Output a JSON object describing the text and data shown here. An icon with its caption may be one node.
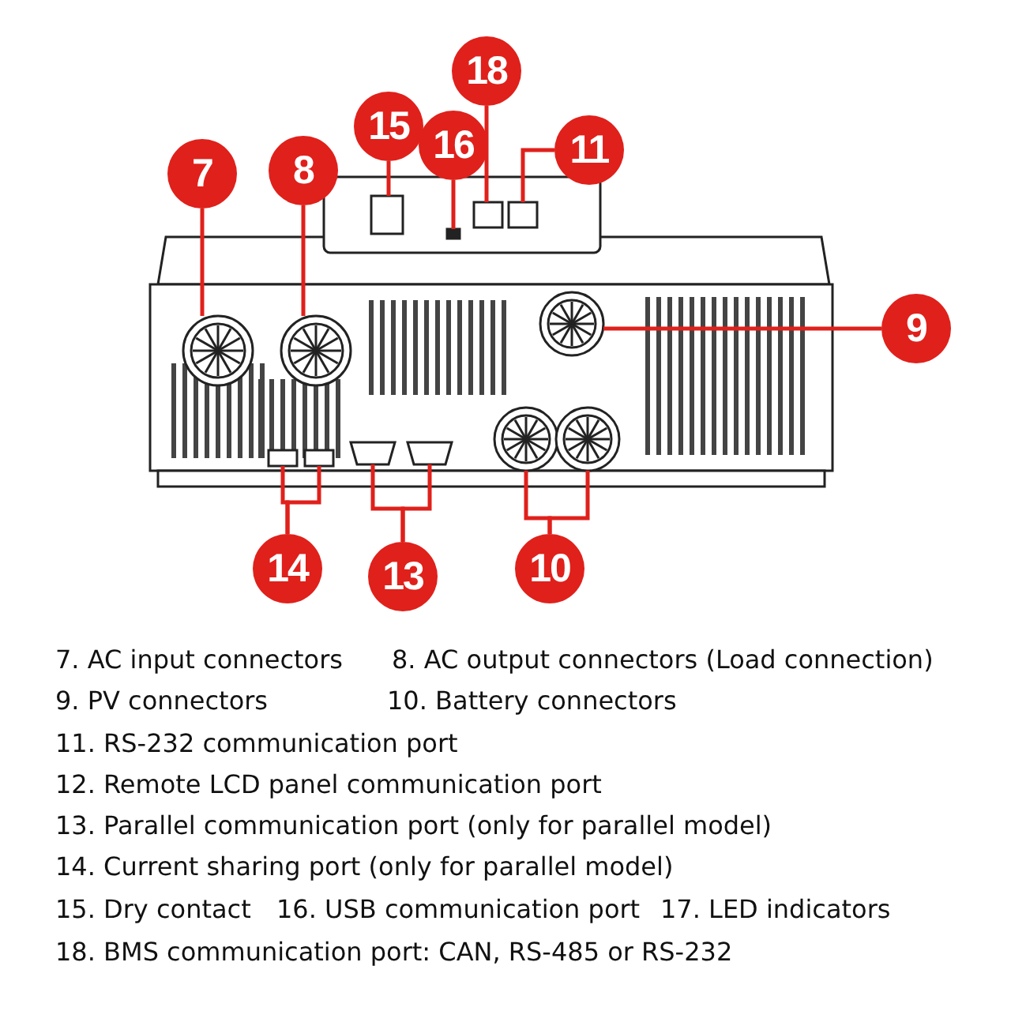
{
  "diagram": {
    "nodes": [
      {
        "text": [
          "7"
        ]
      },
      {
        "text": [
          "8"
        ]
      },
      {
        "text": [
          "15"
        ]
      },
      {
        "text": [
          "16"
        ]
      },
      {
        "text": [
          "18"
        ]
      },
      {
        "text": [
          "11"
        ]
      },
      {
        "text": [
          "9"
        ]
      },
      {
        "text": [
          "14"
        ]
      },
      {
        "text": [
          "13"
        ]
      },
      {
        "text": [
          "10"
        ]
      }
    ],
    "edges": [
      {
        "from": 0,
        "to": null,
        "arrow": "none"
      },
      {
        "from": 1,
        "to": null,
        "arrow": "none"
      },
      {
        "from": 2,
        "to": null,
        "arrow": "none"
      },
      {
        "from": 3,
        "to": null,
        "arrow": "none"
      },
      {
        "from": 4,
        "to": null,
        "arrow": "none"
      },
      {
        "from": 5,
        "to": null,
        "arrow": "none"
      },
      {
        "from": 6,
        "to": null,
        "arrow": "none"
      },
      {
        "from": 7,
        "to": null,
        "arrow": "none"
      },
      {
        "from": 7,
        "to": null,
        "arrow": "none"
      },
      {
        "from": 8,
        "to": null,
        "arrow": "none"
      },
      {
        "from": 8,
        "to": null,
        "arrow": "none"
      },
      {
        "from": 9,
        "to": null,
        "arrow": "none"
      },
      {
        "from": 9,
        "to": null,
        "arrow": "none"
      }
    ],
    "labels": [
      "7. AC input connectors",
      "8. AC output connectors (Load connection)",
      "9. PV connectors",
      "10. Battery connectors",
      "11. RS-232 communication port",
      "12. Remote LCD panel communication port",
      "13. Parallel communication port (only for parallel model)",
      "14. Current sharing port (only for parallel model)",
      "15. Dry contact",
      "16. USB communication port",
      "17. LED indicators",
      "18. BMS communication port: CAN, RS-485 or RS-232"
    ]
  }
}
